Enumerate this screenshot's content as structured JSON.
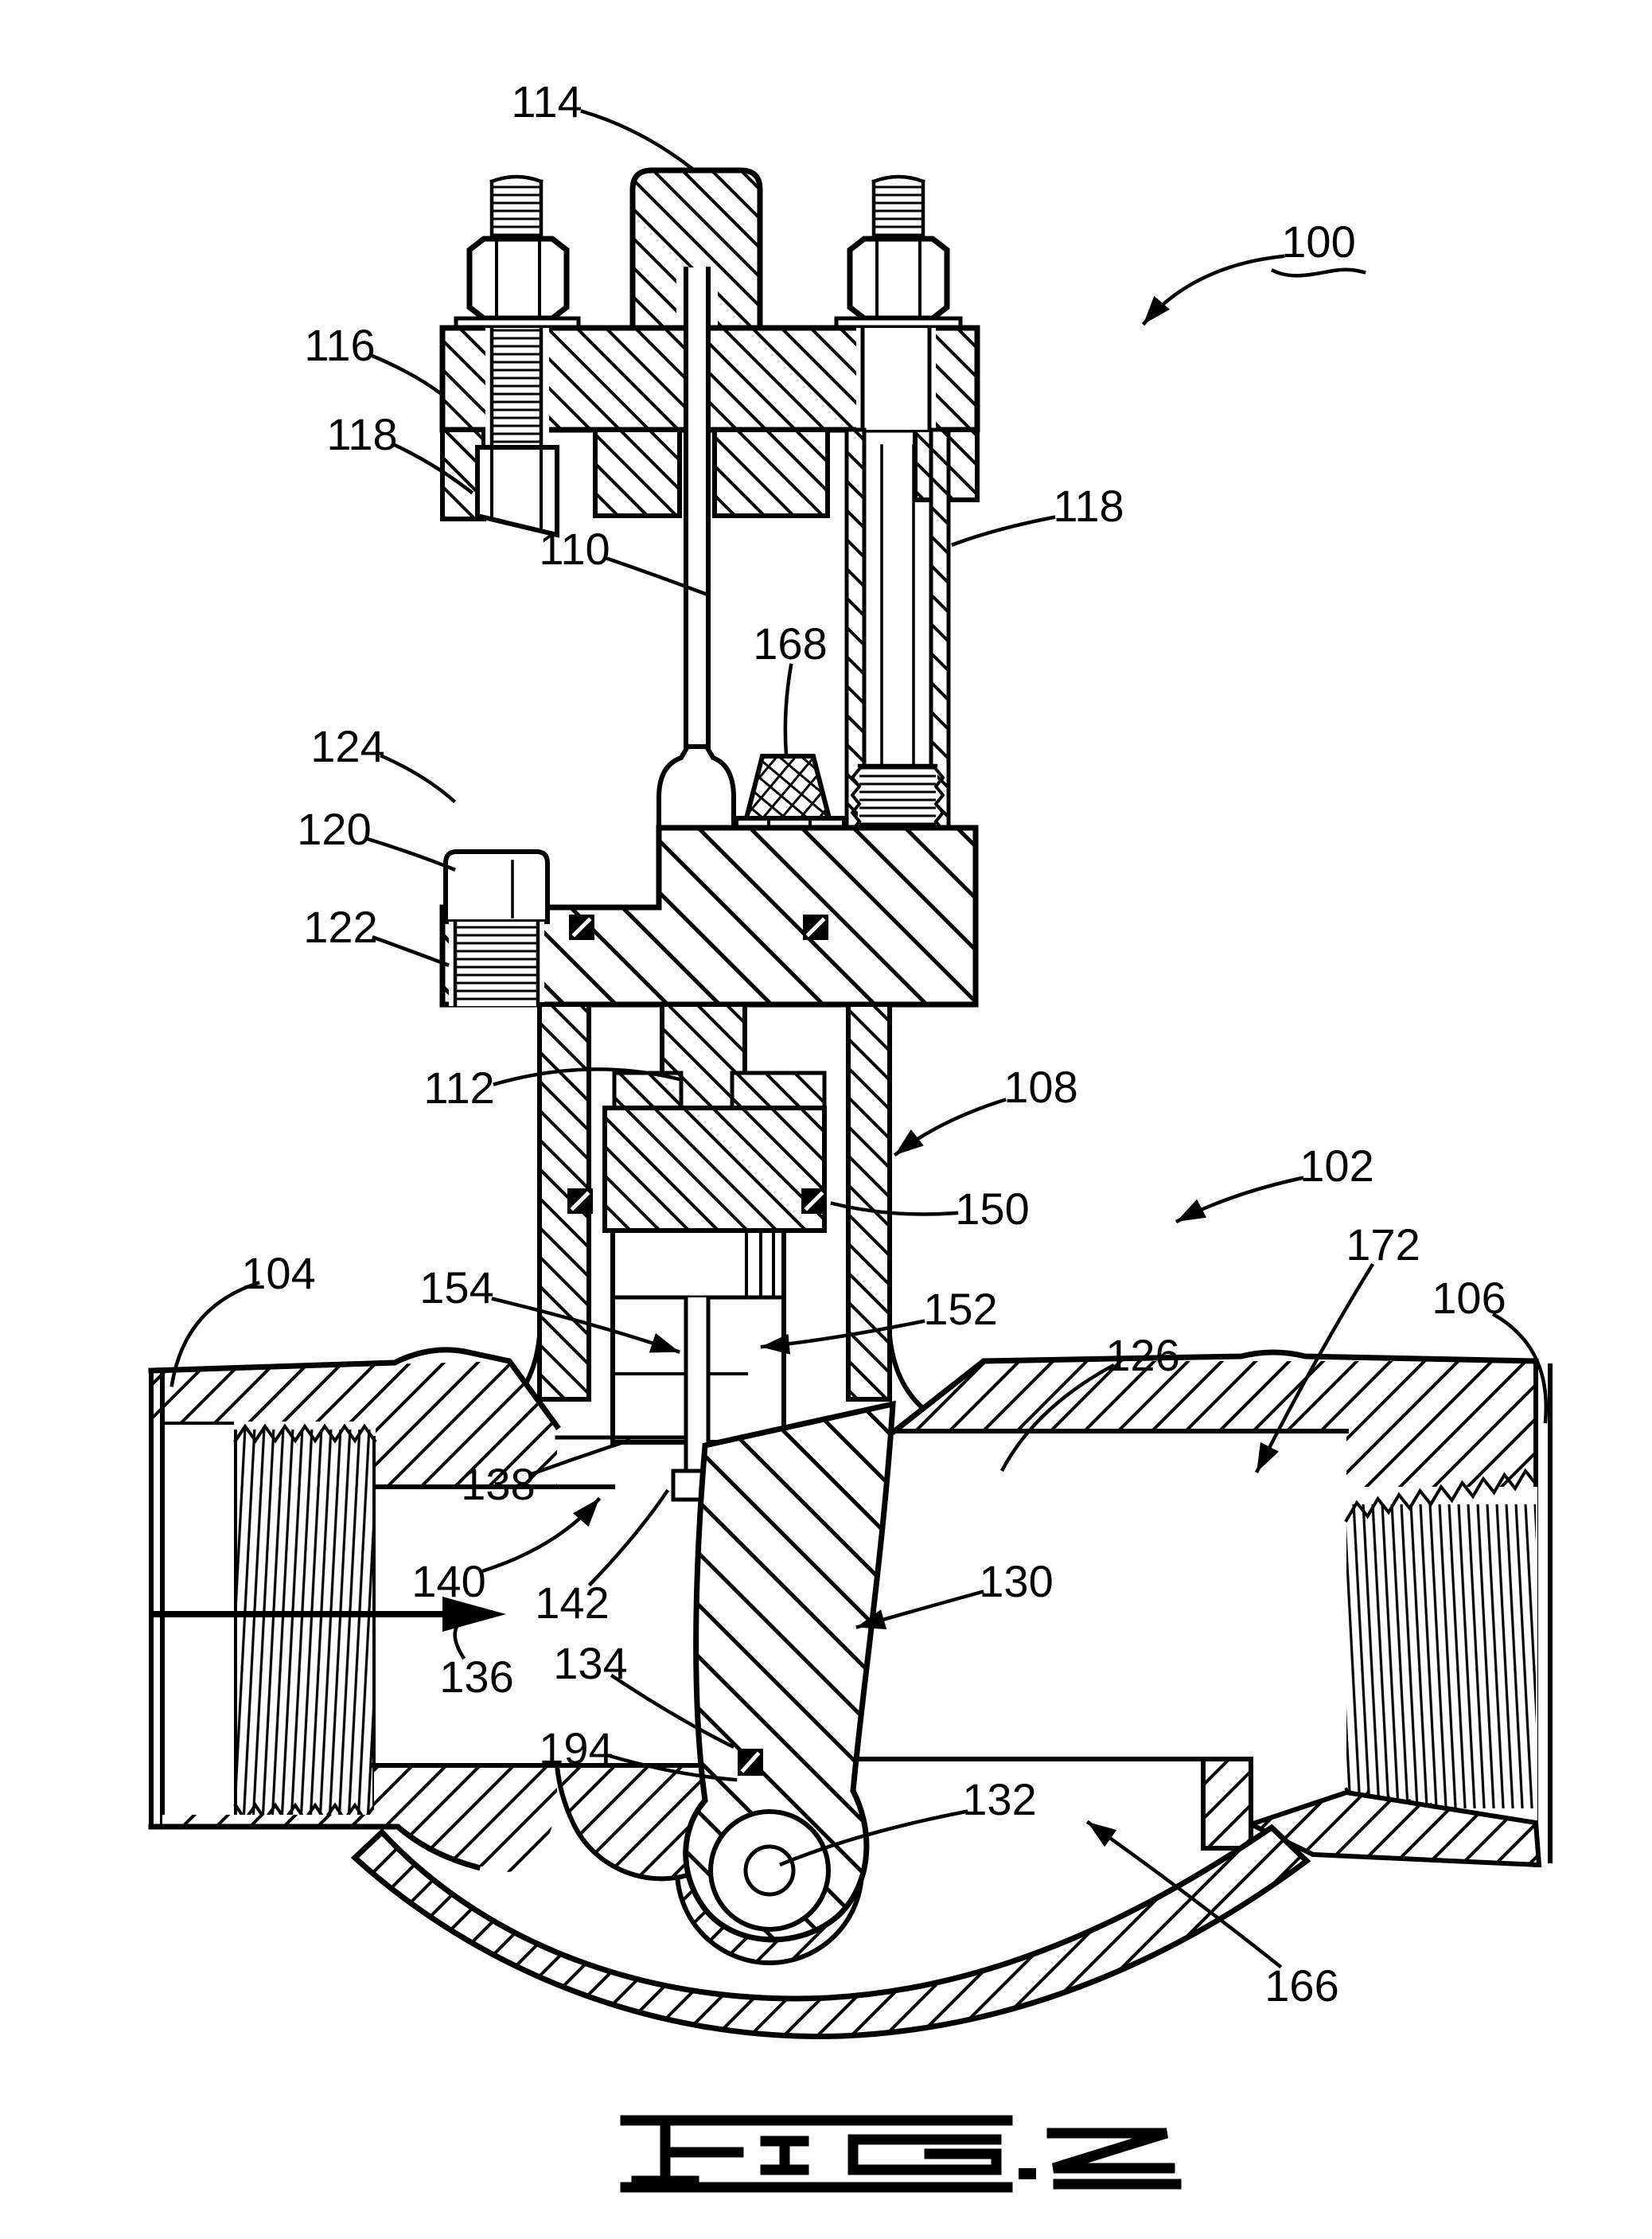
{
  "figure": {
    "caption": "FIG. 2",
    "figure_number": "2"
  },
  "colors": {
    "ink": "#000000",
    "paper": "#ffffff"
  },
  "reference_labels": [
    {
      "text": "114"
    },
    {
      "text": "100"
    },
    {
      "text": "116"
    },
    {
      "text": "118"
    },
    {
      "text": "118"
    },
    {
      "text": "110"
    },
    {
      "text": "168"
    },
    {
      "text": "124"
    },
    {
      "text": "120"
    },
    {
      "text": "122"
    },
    {
      "text": "112"
    },
    {
      "text": "108"
    },
    {
      "text": "150"
    },
    {
      "text": "102"
    },
    {
      "text": "172"
    },
    {
      "text": "104"
    },
    {
      "text": "154"
    },
    {
      "text": "106"
    },
    {
      "text": "152"
    },
    {
      "text": "126"
    },
    {
      "text": "138"
    },
    {
      "text": "140"
    },
    {
      "text": "142"
    },
    {
      "text": "130"
    },
    {
      "text": "136"
    },
    {
      "text": "134"
    },
    {
      "text": "194"
    },
    {
      "text": "132"
    },
    {
      "text": "166"
    }
  ]
}
